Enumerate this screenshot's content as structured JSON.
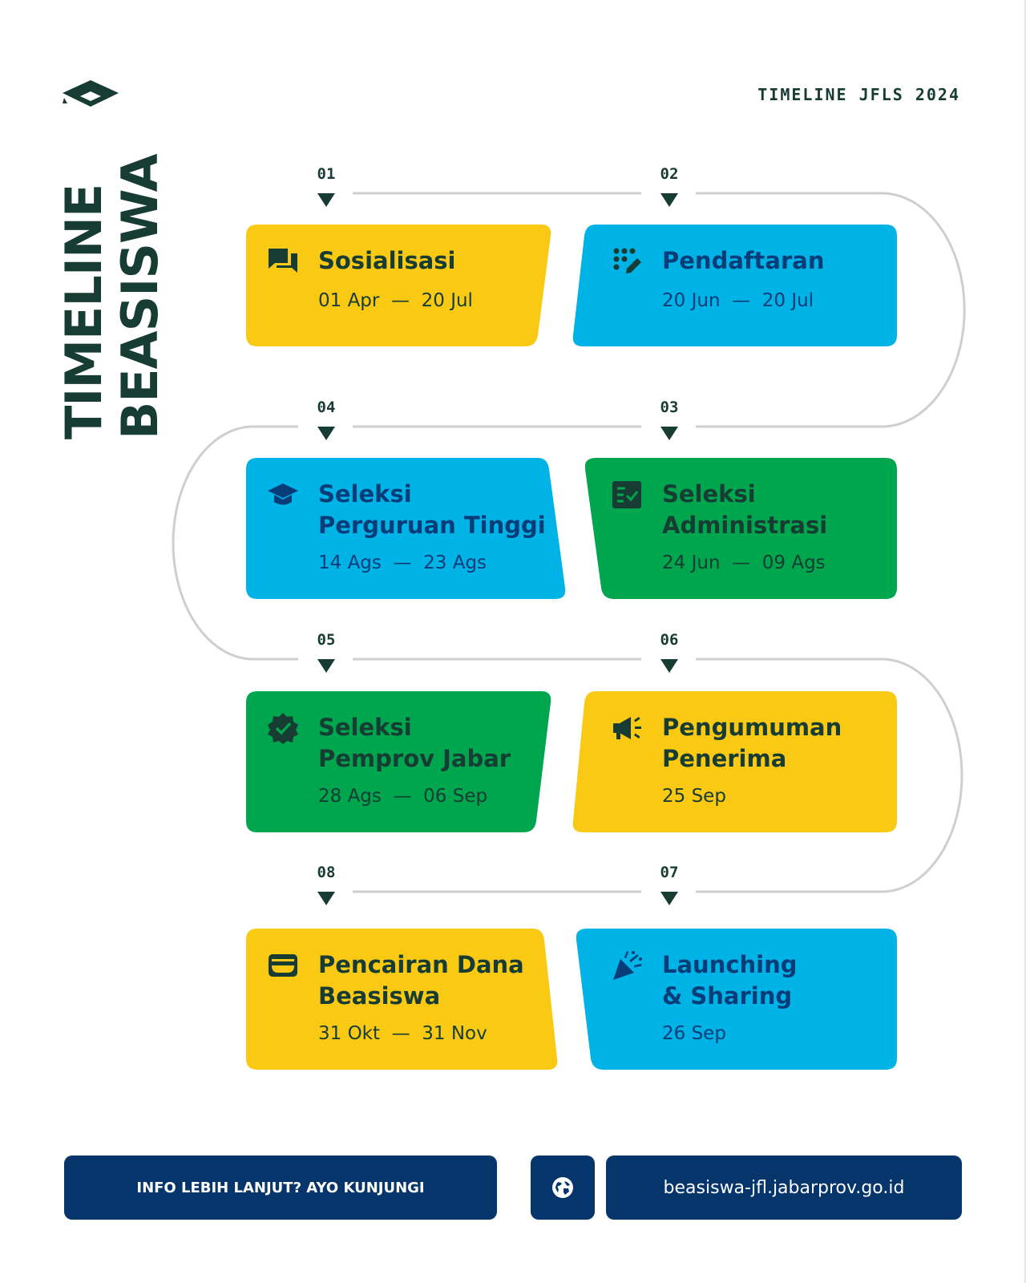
{
  "header": {
    "title": "TIMELINE JFLS 2024",
    "logo_icon": "graduation-cap-icon"
  },
  "page_title": {
    "line1": "TIMELINE",
    "line2": "BEASISWA"
  },
  "colors": {
    "dark": "#173c33",
    "yellow": "#f9c914",
    "blue": "#00b3e7",
    "green": "#00a64d",
    "navy": "#05356b",
    "blue_text": "#063c78"
  },
  "steps": [
    {
      "num": "01",
      "title": "Sosialisasi",
      "dates": "01 Apr  —  20 Jul",
      "icon": "chat-icon"
    },
    {
      "num": "02",
      "title": "Pendaftaran",
      "dates": "20 Jun  —  20 Jul",
      "icon": "form-dots-pencil-icon"
    },
    {
      "num": "03",
      "title": "Seleksi\nAdministrasi",
      "dates": "24 Jun  —  09 Ags",
      "icon": "checklist-icon"
    },
    {
      "num": "04",
      "title": "Seleksi\nPerguruan Tinggi",
      "dates": "14 Ags  —  23 Ags",
      "icon": "graduation-cap-icon"
    },
    {
      "num": "05",
      "title": "Seleksi\nPemprov Jabar",
      "dates": "28 Ags  —  06 Sep",
      "icon": "verified-badge-icon"
    },
    {
      "num": "06",
      "title": "Pengumuman\nPenerima",
      "dates": "25 Sep",
      "icon": "megaphone-icon"
    },
    {
      "num": "07",
      "title": "Launching\n& Sharing",
      "dates": "26 Sep",
      "icon": "party-popper-icon"
    },
    {
      "num": "08",
      "title": "Pencairan Dana\nBeasiswa",
      "dates": "31 Okt  —  31 Nov",
      "icon": "wallet-icon"
    }
  ],
  "footer": {
    "info_label": "INFO LEBIH LANJUT? AYO KUNJUNGI",
    "url": "beasiswa-jfl.jabarprov.go.id",
    "globe_icon": "globe-icon"
  }
}
